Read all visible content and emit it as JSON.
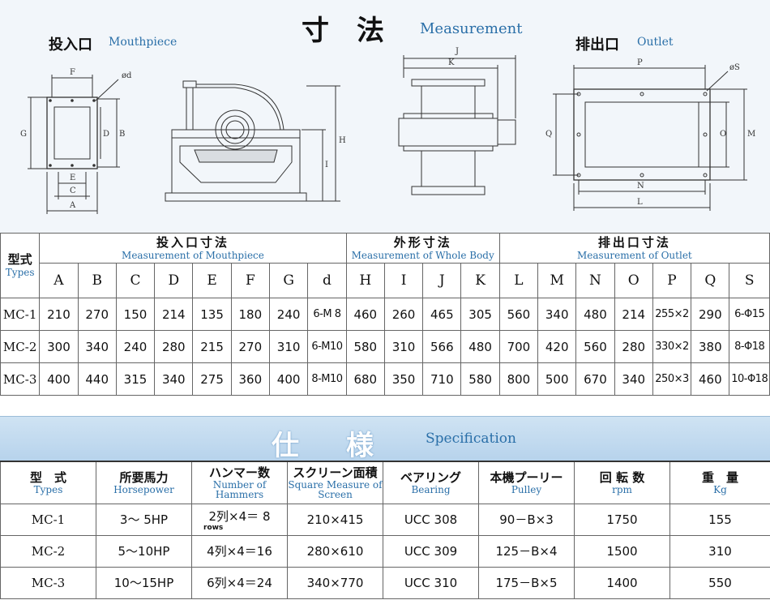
{
  "drawing": {
    "title_jp": "寸　法",
    "title_en": "Measurement",
    "inlet": {
      "jp": "投入口",
      "en": "Mouthpiece"
    },
    "outlet": {
      "jp": "排出口",
      "en": "Outlet"
    },
    "dim_labels": {
      "F": "F",
      "d": "ød",
      "G": "G",
      "D": "D",
      "B": "B",
      "E": "E",
      "C": "C",
      "A": "A",
      "H": "H",
      "I": "I",
      "J": "J",
      "K": "K",
      "P": "P",
      "S": "øS",
      "Q": "Q",
      "O": "O",
      "M": "M",
      "N": "N",
      "L": "L"
    }
  },
  "measurement": {
    "groups": [
      {
        "jp": "投入口寸法",
        "en": "Measurement of Mouthpiece"
      },
      {
        "jp": "外形寸法",
        "en": "Measurement of Whole Body"
      },
      {
        "jp": "排出口寸法",
        "en": "Measurement of Outlet"
      }
    ],
    "type_label_jp": "型式",
    "type_label_en": "Types",
    "columns": [
      "A",
      "B",
      "C",
      "D",
      "E",
      "F",
      "G",
      "d",
      "H",
      "I",
      "J",
      "K",
      "L",
      "M",
      "N",
      "O",
      "P",
      "Q",
      "S"
    ],
    "rows": [
      {
        "name": "MC-1",
        "values": [
          "210",
          "270",
          "150",
          "214",
          "135",
          "180",
          "240",
          "6-M 8",
          "460",
          "260",
          "465",
          "305",
          "560",
          "340",
          "480",
          "214",
          "255×2",
          "290",
          "6-Φ15"
        ]
      },
      {
        "name": "MC-2",
        "values": [
          "300",
          "340",
          "240",
          "280",
          "215",
          "270",
          "310",
          "6-M10",
          "580",
          "310",
          "566",
          "480",
          "700",
          "420",
          "560",
          "280",
          "330×2",
          "380",
          "8-Φ18"
        ]
      },
      {
        "name": "MC-3",
        "values": [
          "400",
          "440",
          "315",
          "340",
          "275",
          "360",
          "400",
          "8-M10",
          "680",
          "350",
          "710",
          "580",
          "800",
          "500",
          "670",
          "340",
          "250×3",
          "460",
          "10-Φ18"
        ]
      }
    ]
  },
  "specification": {
    "title_jp": "仕様",
    "title_en": "Specification",
    "headers": [
      {
        "jp": "型　式",
        "en": "Types"
      },
      {
        "jp": "所要馬力",
        "en": "Horsepower"
      },
      {
        "jp": "ハンマー数",
        "en": "Number of Hammers"
      },
      {
        "jp": "スクリーン面積",
        "en": "Square Measure of Screen"
      },
      {
        "jp": "ベアリング",
        "en": "Bearing"
      },
      {
        "jp": "本機プーリー",
        "en": "Pulley"
      },
      {
        "jp": "回 転 数",
        "en": "rpm"
      },
      {
        "jp": "重　量",
        "en": "Kg"
      }
    ],
    "rows": [
      {
        "name": "MC-1",
        "hp": "3～ 5HP",
        "hammers": "2列×4＝ 8",
        "hammers_sub": "rows",
        "screen": "210×415",
        "bearing": "UCC 308",
        "pulley": "90－B×3",
        "rpm": "1750",
        "kg": "155"
      },
      {
        "name": "MC-2",
        "hp": "5～10HP",
        "hammers": "4列×4＝16",
        "hammers_sub": "",
        "screen": "280×610",
        "bearing": "UCC 309",
        "pulley": "125－B×4",
        "rpm": "1500",
        "kg": "310"
      },
      {
        "name": "MC-3",
        "hp": "10～15HP",
        "hammers": "6列×4＝24",
        "hammers_sub": "",
        "screen": "340×770",
        "bearing": "UCC 310",
        "pulley": "175－B×5",
        "rpm": "1400",
        "kg": "550"
      }
    ]
  }
}
